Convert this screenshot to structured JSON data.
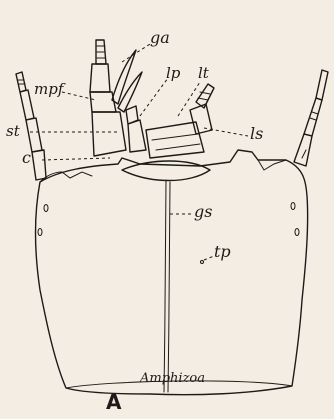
{
  "figure": {
    "panel_letter": "A",
    "caption": "Amphizoa"
  },
  "labels": {
    "ga": "ga",
    "mpf": "mpf",
    "lp": "lp",
    "lt": "lt",
    "st": "st",
    "ls": "ls",
    "c": "c",
    "gs": "gs",
    "tp": "tp"
  },
  "colors": {
    "ink": "#1d1a17",
    "paper": "#f4ede4"
  }
}
